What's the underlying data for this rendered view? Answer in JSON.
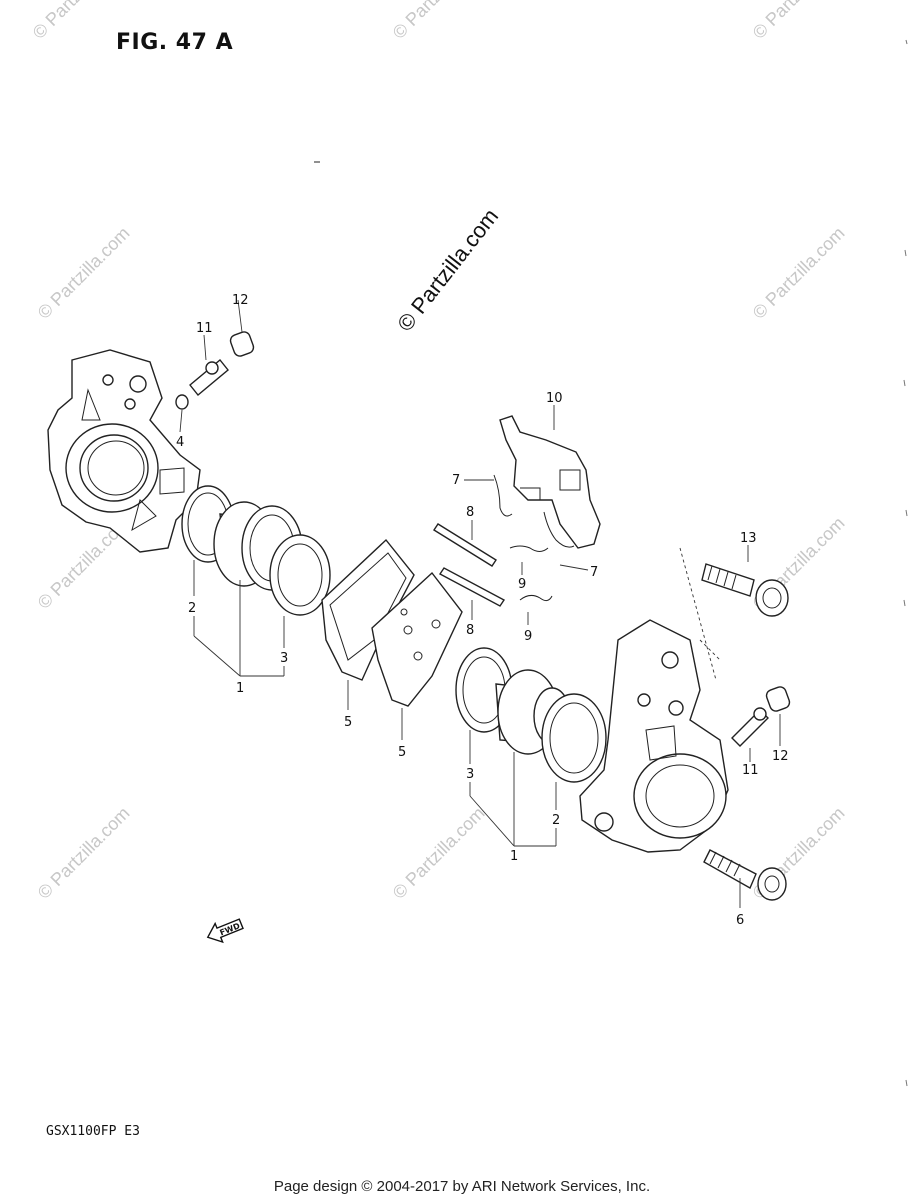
{
  "figure_title": "FIG. 47 A",
  "model_code": "GSX1100FP E3",
  "footer": "Page design © 2004-2017 by ARI Network Services, Inc.",
  "watermark": {
    "text": "© Partzilla.com",
    "main_text": "© Partzilla.com"
  },
  "callouts": {
    "c1a": "1",
    "c1b": "1",
    "c2a": "2",
    "c2b": "2",
    "c3a": "3",
    "c3b": "3",
    "c4": "4",
    "c5a": "5",
    "c5b": "5",
    "c6": "6",
    "c7a": "7",
    "c7b": "7",
    "c8a": "8",
    "c8b": "8",
    "c9a": "9",
    "c9b": "9",
    "c10": "10",
    "c11a": "11",
    "c11b": "11",
    "c12a": "12",
    "c12b": "12",
    "c13": "13"
  },
  "fwd_arrow_label": "FWD"
}
